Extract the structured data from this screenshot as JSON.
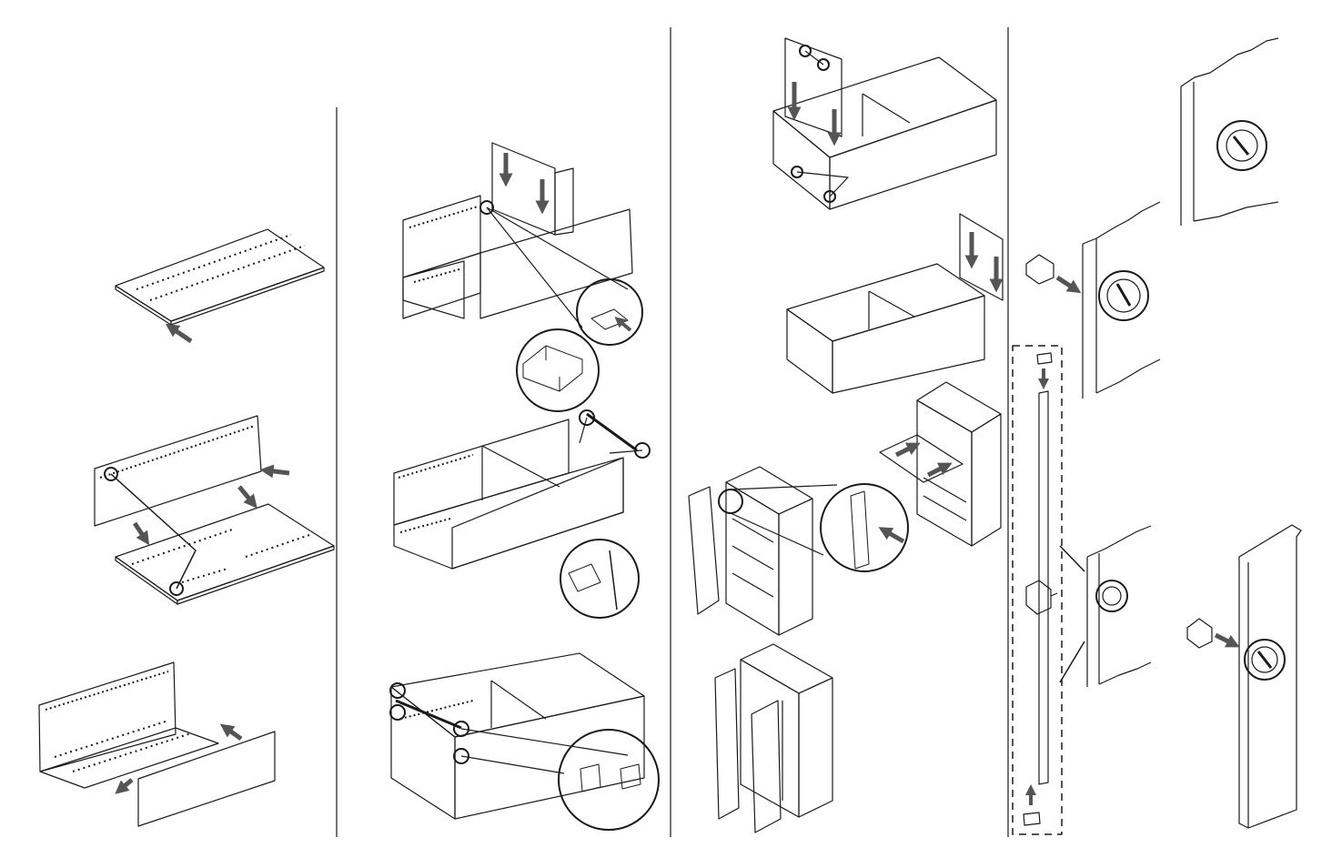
{
  "colors": {
    "background": "#ffffff",
    "line": "#1a1a1a",
    "arrow": "#555555",
    "panel_fill": "#ffffff",
    "callout": "#111111"
  },
  "columns": [
    {
      "id": "column-1",
      "steps": [
        "bottom-panel",
        "back-panel-onto-bottom",
        "front-rail-attach"
      ]
    },
    {
      "id": "column-2",
      "steps": [
        "side-panel-insert",
        "divider-and-braces",
        "top-brackets"
      ]
    },
    {
      "id": "column-3",
      "steps": [
        "second-side-panel",
        "end-panel",
        "shelves-insert",
        "door-hinge",
        "doors-fitted"
      ]
    },
    {
      "id": "column-4",
      "steps": [
        "lock-mechanism",
        "locking-bar",
        "handle-assembly"
      ]
    }
  ],
  "icons": [
    "arrow-icon",
    "detail-callout-icon",
    "lock-icon",
    "handle-icon"
  ]
}
